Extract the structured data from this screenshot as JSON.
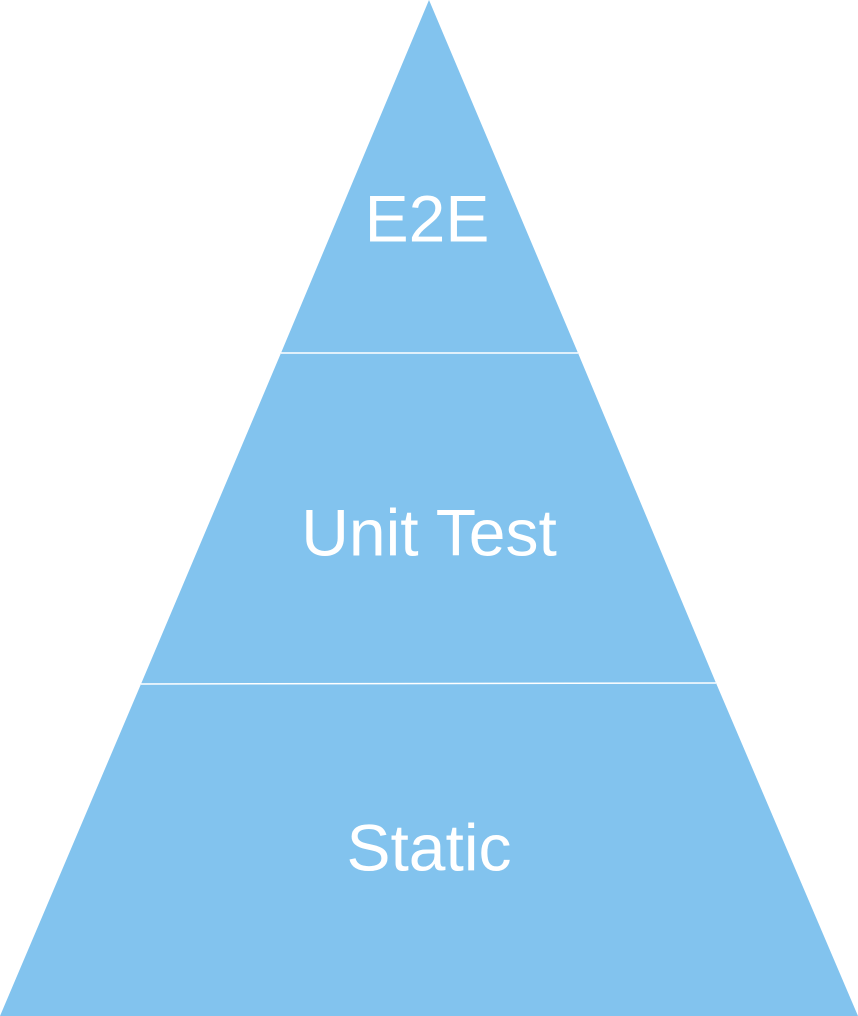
{
  "pyramid": {
    "colors": {
      "fill": "#82C3EE",
      "label": "#ffffff",
      "divider": "#ffffff",
      "background": "#ffffff"
    },
    "tiers": [
      {
        "label": "E2E"
      },
      {
        "label": "Unit Test"
      },
      {
        "label": "Static"
      }
    ]
  }
}
